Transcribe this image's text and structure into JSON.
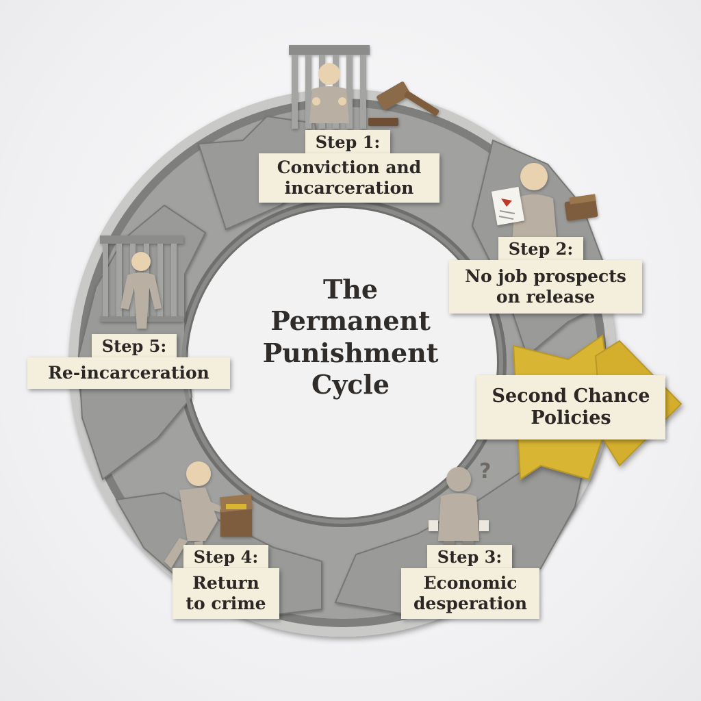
{
  "title": {
    "line1": "The",
    "line2": "Permanent",
    "line3": "Punishment",
    "line4": "Cycle"
  },
  "steps": [
    {
      "title": "Step 1:",
      "line1": "Conviction and",
      "line2": "incarceration"
    },
    {
      "title": "Step 2:",
      "line1": "No job prospects",
      "line2": "on release"
    },
    {
      "title": "Step 3:",
      "line1": "Economic",
      "line2": "desperation"
    },
    {
      "title": "Step 4:",
      "line1": "Return",
      "line2": "to crime"
    },
    {
      "title": "Step 5:",
      "line1": "Re-incarceration"
    }
  ],
  "intervention": {
    "line1": "Second Chance",
    "line2": "Policies"
  },
  "colors": {
    "ring": "#8f8f8d",
    "ring_outer": "#b3b3b1",
    "label_bg": "#f4efdc",
    "intervention_arrow": "#d8b533",
    "figure": "#b9b0a3",
    "skin": "#e8d2b0"
  },
  "icons": [
    "jail-bars-icon",
    "gavel-icon",
    "document-icon",
    "wallet-icon",
    "question-mark-icon",
    "cash-box-icon"
  ]
}
